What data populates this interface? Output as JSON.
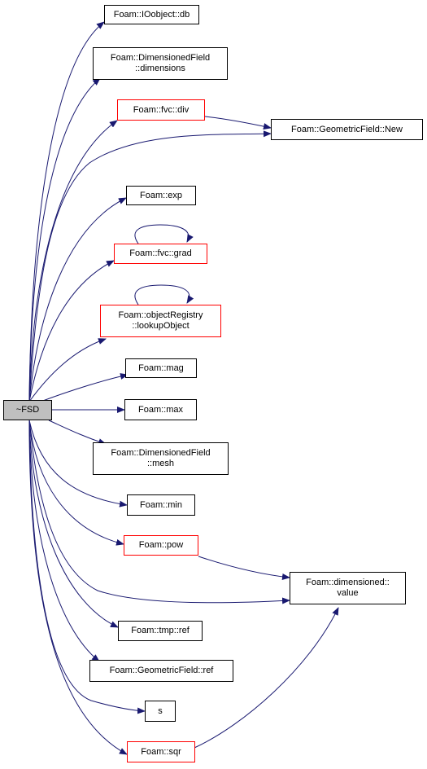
{
  "colors": {
    "edge": "#191970",
    "node_border": "#000000",
    "incomplete_border": "#ff0000",
    "root_fill": "#bfbfbf"
  },
  "nodes": {
    "fsd": {
      "lines": [
        "~FSD"
      ]
    },
    "ioobject_db": {
      "lines": [
        "Foam::IOobject::db"
      ]
    },
    "dimensionedfield_dimensions": {
      "lines": [
        "Foam::DimensionedField",
        "::dimensions"
      ]
    },
    "fvc_div": {
      "lines": [
        "Foam::fvc::div"
      ]
    },
    "geometricfield_new": {
      "lines": [
        "Foam::GeometricField::New"
      ]
    },
    "exp": {
      "lines": [
        "Foam::exp"
      ]
    },
    "fvc_grad": {
      "lines": [
        "Foam::fvc::grad"
      ]
    },
    "objectregistry_lookupobject": {
      "lines": [
        "Foam::objectRegistry",
        "::lookupObject"
      ]
    },
    "mag": {
      "lines": [
        "Foam::mag"
      ]
    },
    "max": {
      "lines": [
        "Foam::max"
      ]
    },
    "dimensionedfield_mesh": {
      "lines": [
        "Foam::DimensionedField",
        "::mesh"
      ]
    },
    "min": {
      "lines": [
        "Foam::min"
      ]
    },
    "pow": {
      "lines": [
        "Foam::pow"
      ]
    },
    "dimensioned_value": {
      "lines": [
        "Foam::dimensioned::",
        "value"
      ]
    },
    "tmp_ref": {
      "lines": [
        "Foam::tmp::ref"
      ]
    },
    "geometricfield_ref": {
      "lines": [
        "Foam::GeometricField::ref"
      ]
    },
    "s": {
      "lines": [
        "s"
      ]
    },
    "sqr": {
      "lines": [
        "Foam::sqr"
      ]
    }
  }
}
